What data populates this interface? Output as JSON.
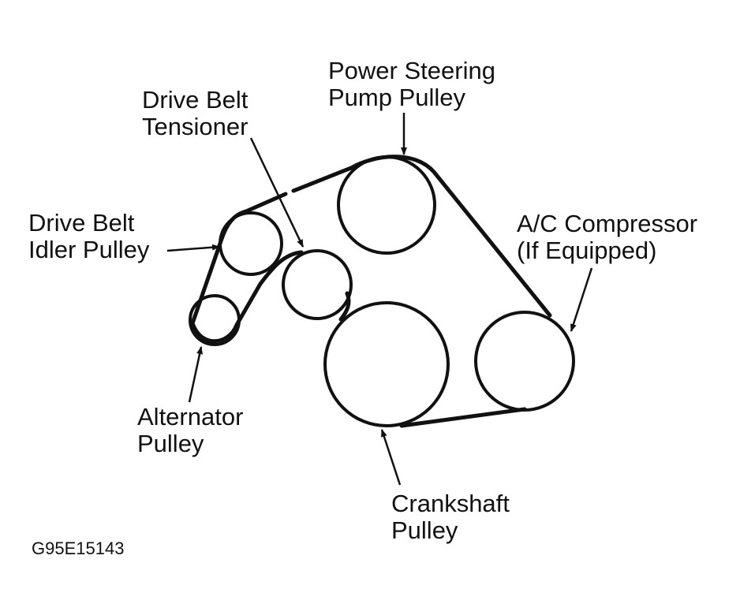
{
  "labels": {
    "power_steering": [
      "Power Steering",
      "Pump Pulley"
    ],
    "tensioner": [
      "Drive Belt",
      "Tensioner"
    ],
    "idler": [
      "Drive Belt",
      "Idler Pulley"
    ],
    "ac_compressor": [
      "A/C Compressor",
      "(If Equipped)"
    ],
    "alternator": [
      "Alternator",
      "Pulley"
    ],
    "crankshaft": [
      "Crankshaft",
      "Pulley"
    ]
  },
  "figure_code": "G95E15143",
  "colors": {
    "ink": "#111111",
    "background": "#ffffff"
  }
}
